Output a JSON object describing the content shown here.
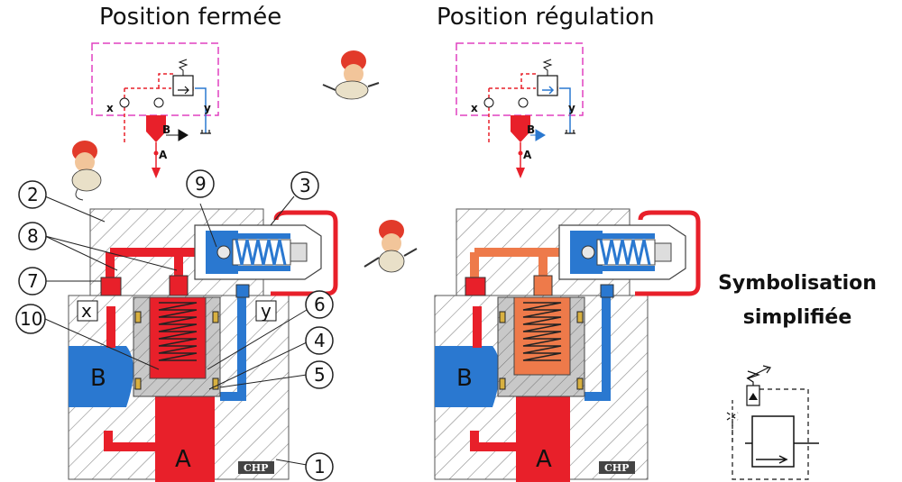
{
  "titles": {
    "closed": "Position fermée",
    "regulation": "Position régulation"
  },
  "symbolisation": {
    "line1": "Symbolisation",
    "line2": "simplifiée"
  },
  "schematic_labels": {
    "x": "x",
    "y": "y",
    "b": "B",
    "a": "A"
  },
  "ports": {
    "b": "B",
    "a": "A",
    "x": "x",
    "y": "y"
  },
  "logo": "CHP",
  "callouts": [
    "1",
    "2",
    "3",
    "4",
    "5",
    "6",
    "7",
    "8",
    "9",
    "10"
  ],
  "colors": {
    "pressure_red": "#e8202a",
    "return_blue": "#2a78d0",
    "reduced_orange": "#ee7a4a",
    "body_hatch": "#888888",
    "frame_pink": "#e040c0",
    "piston_grey": "#b8b8b8"
  }
}
